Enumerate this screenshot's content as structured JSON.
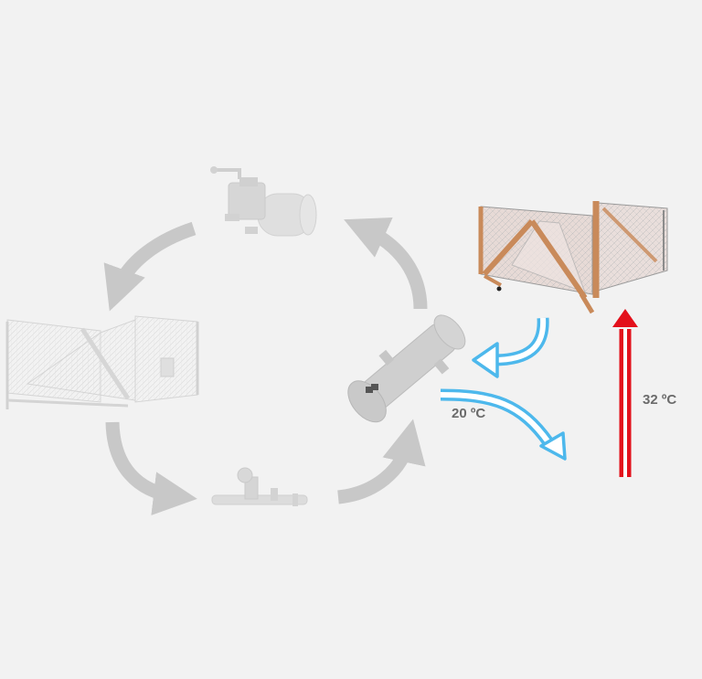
{
  "labels": {
    "cold_temp": "20 ºC",
    "hot_temp": "32 ºC"
  },
  "colors": {
    "background": "#f2f2f2",
    "cycle_arrow": "#c8c8c8",
    "component_ghost": "#d9d9d9",
    "cold_flow": "#4db8ec",
    "hot_flow": "#e3101b",
    "frame_wood": "#c98a5a"
  },
  "components": [
    {
      "name": "compressor",
      "icon": "compressor-icon"
    },
    {
      "name": "condenser",
      "icon": "v-frame-condenser-icon"
    },
    {
      "name": "expansion-valve",
      "icon": "expansion-valve-icon"
    },
    {
      "name": "evaporator",
      "icon": "shell-tube-evaporator-icon"
    },
    {
      "name": "dry-cooler",
      "icon": "v-frame-dry-cooler-icon"
    }
  ]
}
